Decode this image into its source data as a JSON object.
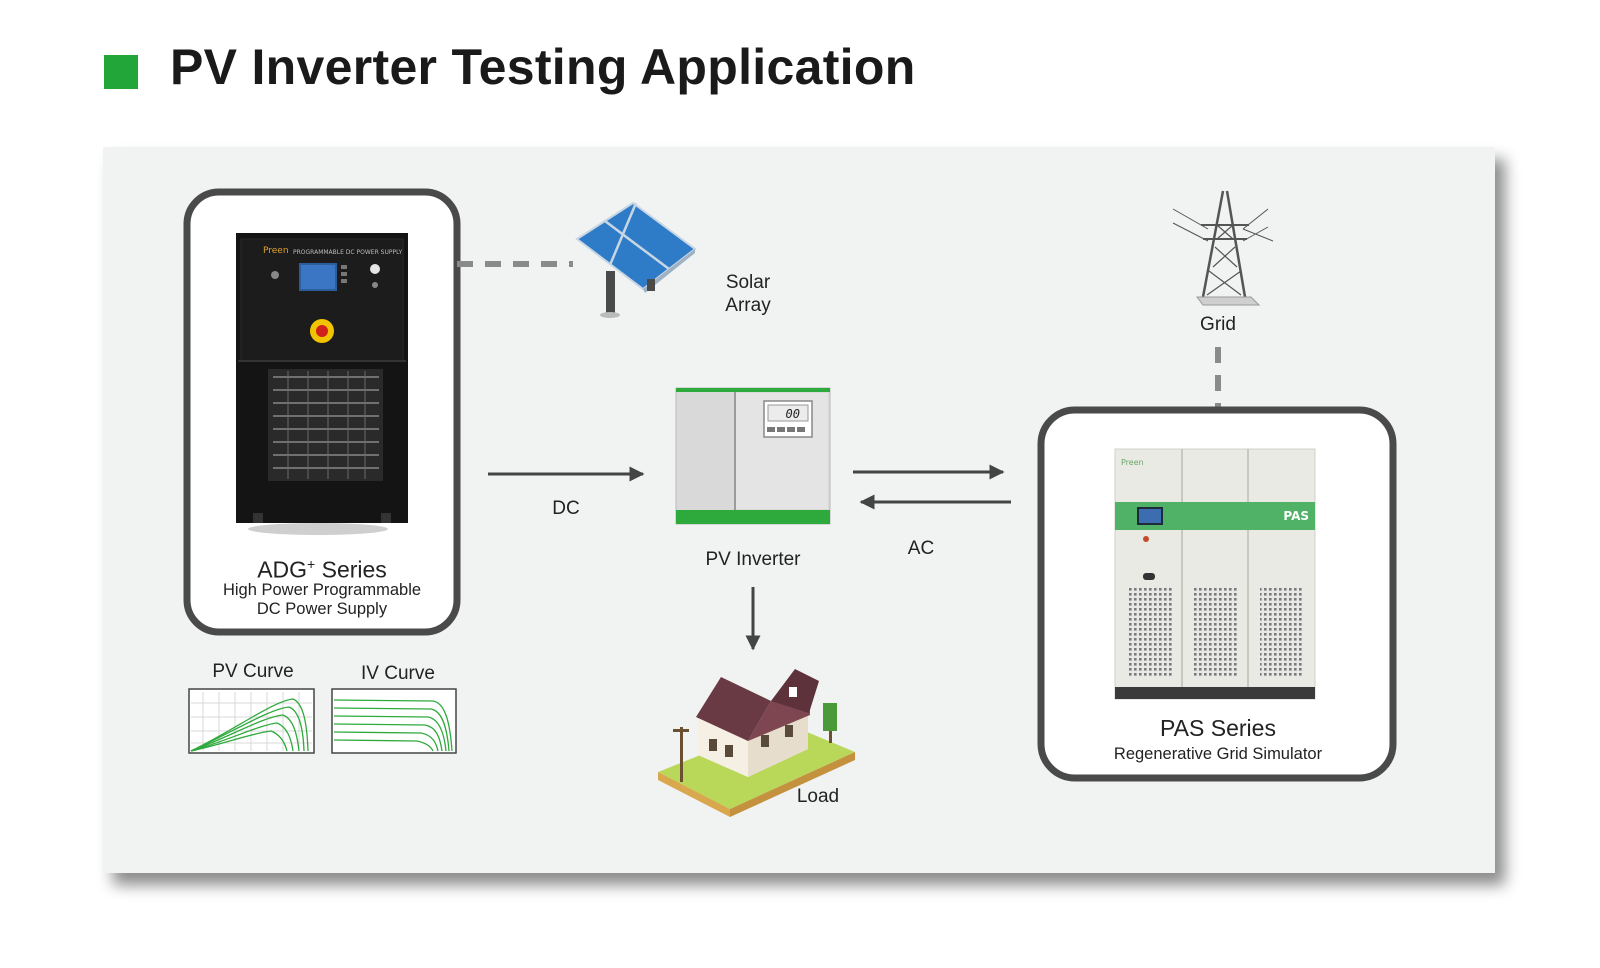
{
  "title": "PV Inverter Testing Application",
  "colors": {
    "accent_green": "#22a63a",
    "panel_bg": "#f1f2f2",
    "frame": "#4a4a4a",
    "arrow": "#444444",
    "curve_green": "#2eaa3c"
  },
  "nodes": {
    "adg": {
      "series_prefix": "ADG",
      "series_sup": "+",
      "series_suffix": " Series",
      "desc_line1": "High Power Programmable",
      "desc_line2": "DC Power Supply",
      "device_header": "PROGRAMMABLE DC POWER SUPPLY",
      "brand": "Preen"
    },
    "solar": {
      "line1": "Solar",
      "line2": "Array"
    },
    "grid": {
      "label": "Grid"
    },
    "inverter": {
      "label": "PV Inverter",
      "display": "00"
    },
    "pas": {
      "series": "PAS Series",
      "desc": "Regenerative Grid Simulator",
      "badge": "PAS",
      "brand": "Preen"
    },
    "load": {
      "label": "Load"
    }
  },
  "edges": {
    "dc": "DC",
    "ac": "AC"
  },
  "curves": {
    "pv": "PV Curve",
    "iv": "IV Curve"
  },
  "icons": [
    "dc-power-supply-icon",
    "solar-panel-icon",
    "transmission-tower-icon",
    "inverter-icon",
    "grid-simulator-icon",
    "house-icon",
    "pv-curve-icon",
    "iv-curve-icon"
  ]
}
